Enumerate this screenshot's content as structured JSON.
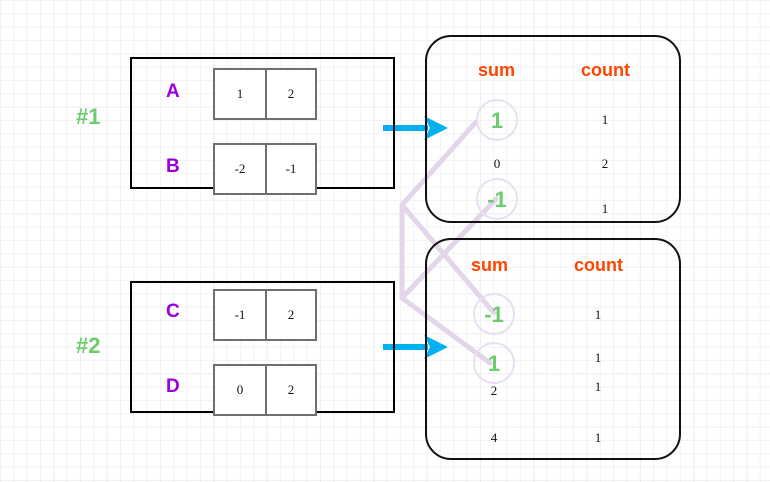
{
  "diagram": {
    "title": "partial aggregation sum and count by key",
    "colors": {
      "group_label": "#6dcc6d",
      "row_name": "#9900dd",
      "header": "#ff4500",
      "arrow": "#00b0f0",
      "wire": "#e3d5ea",
      "box_border": "#000000",
      "cell_border": "#6f6f6f",
      "value_text": "#10101a"
    },
    "groups": [
      {
        "label": "#1",
        "rows": [
          {
            "name": "A",
            "cells": [
              "1",
              "2"
            ]
          },
          {
            "name": "B",
            "cells": [
              "-2",
              "-1"
            ]
          }
        ]
      },
      {
        "label": "#2",
        "rows": [
          {
            "name": "C",
            "cells": [
              "-1",
              "2"
            ]
          },
          {
            "name": "D",
            "cells": [
              "0",
              "2"
            ]
          }
        ]
      }
    ],
    "panels": [
      {
        "headers": {
          "sum": "sum",
          "count": "count"
        },
        "rows": [
          {
            "sum": "1",
            "count": "1",
            "highlight": true
          },
          {
            "sum": "0",
            "count": "2",
            "highlight": false
          },
          {
            "sum": "-1",
            "count": "1",
            "highlight": true
          }
        ]
      },
      {
        "headers": {
          "sum": "sum",
          "count": "count"
        },
        "rows": [
          {
            "sum": "-1",
            "count": "1",
            "highlight": true
          },
          {
            "sum": "1",
            "count": "1",
            "highlight": true
          },
          {
            "sum": "2",
            "count": "1",
            "highlight": false
          },
          {
            "sum": "4",
            "count": "1",
            "highlight": false
          }
        ]
      }
    ],
    "arrows": [
      {
        "name": "group1-to-panel1"
      },
      {
        "name": "group2-to-panel2"
      }
    ],
    "links": [
      {
        "from": "panel1.sum.1",
        "to": "panel2.sum.1"
      },
      {
        "from": "panel1.sum.-1",
        "to": "panel2.sum.-1"
      }
    ]
  }
}
